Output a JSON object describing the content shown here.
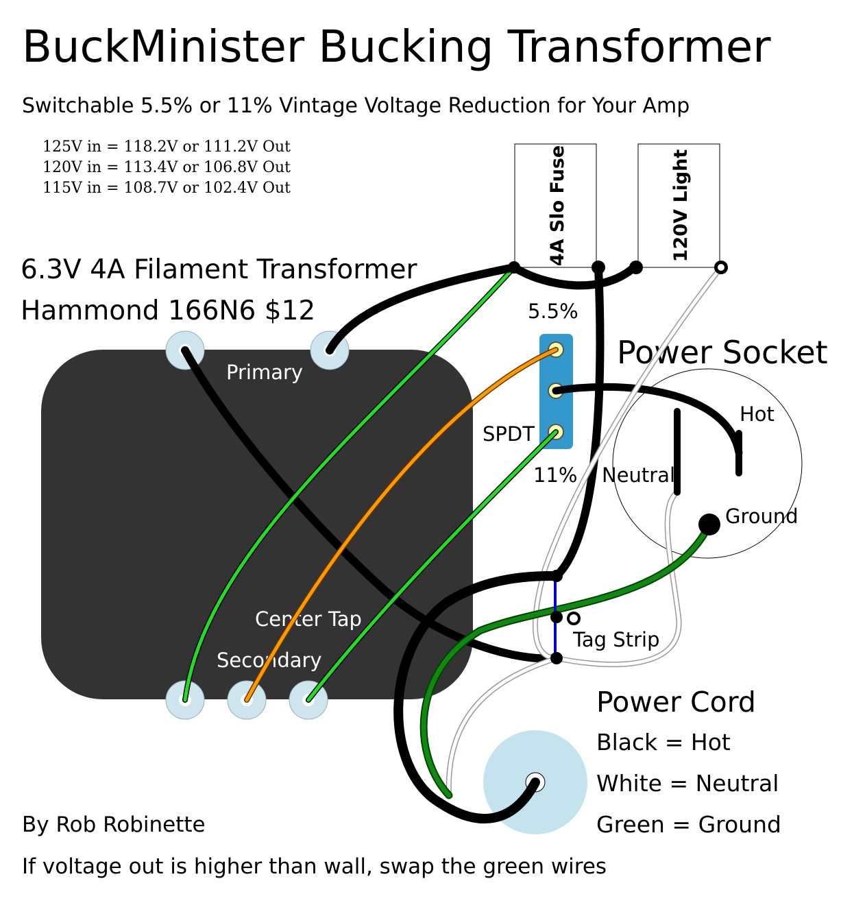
{
  "title": "BuckMinister Bucking Transformer",
  "subtitle": "Switchable 5.5% or 11% Vintage Voltage Reduction for Your Amp",
  "voltage_table": [
    "125V in = 118.2V or 111.2V Out",
    "120V in = 113.4V or 106.8V Out",
    "115V in = 108.7V or 102.4V Out"
  ],
  "transformer": {
    "name_line1": "6.3V 4A Filament Transformer",
    "name_line2": "Hammond 166N6 $12",
    "primary_label": "Primary",
    "center_tap_label": "Center Tap",
    "secondary_label": "Secondary"
  },
  "fuse_label": "4A Slo Fuse",
  "light_label": "120V Light",
  "switch": {
    "top_label": "5.5%",
    "name": "SPDT",
    "bottom_label": "11%"
  },
  "power_socket": {
    "title": "Power Socket",
    "hot": "Hot",
    "neutral": "Neutral",
    "ground": "Ground"
  },
  "tag_strip_label": "Tag Strip",
  "power_cord": {
    "title": "Power Cord",
    "legend": [
      "Black = Hot",
      "White = Neutral",
      "Green = Ground"
    ]
  },
  "author": "By Rob Robinette",
  "note": "If voltage out is higher than wall, swap the green wires",
  "colors": {
    "background": "#ffffff",
    "transformer_body": "#333333",
    "terminal": "#cfe5ee",
    "switch_body": "#3399cc",
    "switch_lug": "#ffffaa",
    "cord_plug": "#c5e3ee",
    "wire_black": "#000000",
    "wire_green_bright": "#22dd22",
    "wire_green_dark": "#118811",
    "wire_orange": "#ff9900",
    "wire_white": "#ffffff",
    "tag_strip_bus": "#0000cc"
  }
}
